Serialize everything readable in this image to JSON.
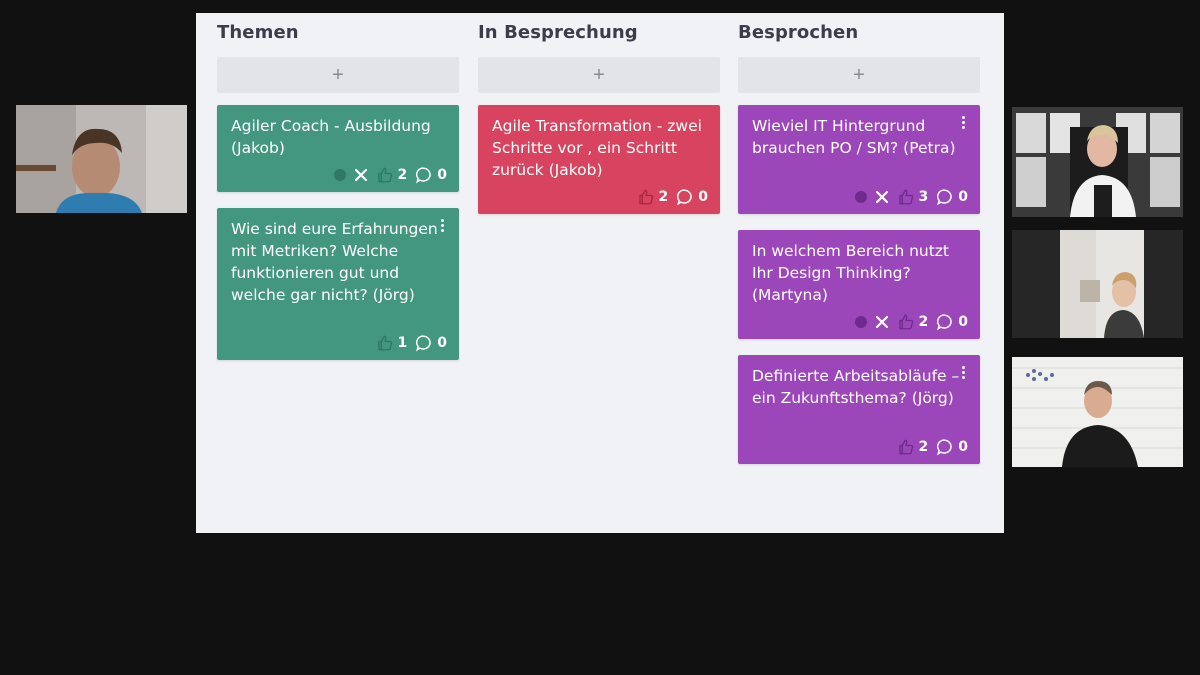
{
  "board": {
    "columns": [
      {
        "title": "Themen",
        "add_label": "+",
        "cards": [
          {
            "text": "Agiler Coach - Ausbildung (Jakob)",
            "likes": "2",
            "comments": "0"
          },
          {
            "text": "Wie sind eure Erfahrungen mit Metriken? Welche funktionieren gut und welche gar nicht? (Jörg)",
            "likes": "1",
            "comments": "0"
          }
        ]
      },
      {
        "title": "In Besprechung",
        "add_label": "+",
        "cards": [
          {
            "text": "Agile Transformation - zwei Schritte vor , ein Schritt zurück (Jakob)",
            "likes": "2",
            "comments": "0"
          }
        ]
      },
      {
        "title": "Besprochen",
        "add_label": "+",
        "cards": [
          {
            "text": "Wieviel IT Hintergrund brauchen PO / SM? (Petra)",
            "likes": "3",
            "comments": "0"
          },
          {
            "text": "In welchem Bereich nutzt Ihr Design Thinking? (Martyna)",
            "likes": "2",
            "comments": "0"
          },
          {
            "text": "Definierte Arbeitsabläufe – ein Zukunftsthema? (Jörg)",
            "likes": "2",
            "comments": "0"
          }
        ]
      }
    ]
  },
  "colors": {
    "green": "#43977f",
    "red": "#d8445f",
    "purple": "#9b47b9",
    "board_bg": "#f1f2f6",
    "screen_bg": "#111111"
  },
  "icons": [
    "plus-icon",
    "more-vertical-icon",
    "close-icon",
    "thumbs-up-icon",
    "comment-icon",
    "status-dot-icon"
  ]
}
